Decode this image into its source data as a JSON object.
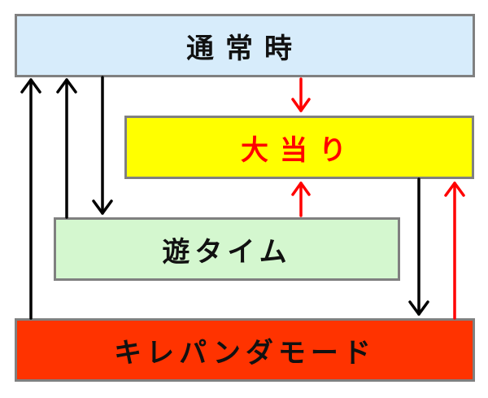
{
  "boxes": {
    "normal": "通常時",
    "bonus": "大当り",
    "yu_time": "遊タイム",
    "kirepanda_mode": "キレパンダモード"
  },
  "colors": {
    "normal_bg": "#d7ecfb",
    "bonus_bg": "#ffff00",
    "bonus_text": "#ff0000",
    "yu_time_bg": "#d4f7cf",
    "kirepanda_bg": "#ff3300",
    "arrow_black": "#000000",
    "arrow_red": "#ff0000"
  },
  "arrows": [
    {
      "from": "kirepanda_mode",
      "to": "normal",
      "color": "black"
    },
    {
      "from": "yu_time",
      "to": "normal",
      "color": "black"
    },
    {
      "from": "normal",
      "to": "yu_time",
      "color": "black"
    },
    {
      "from": "normal",
      "to": "bonus",
      "color": "red"
    },
    {
      "from": "yu_time",
      "to": "bonus",
      "color": "red"
    },
    {
      "from": "bonus",
      "to": "kirepanda_mode",
      "color": "black"
    },
    {
      "from": "kirepanda_mode",
      "to": "bonus",
      "color": "red"
    }
  ]
}
